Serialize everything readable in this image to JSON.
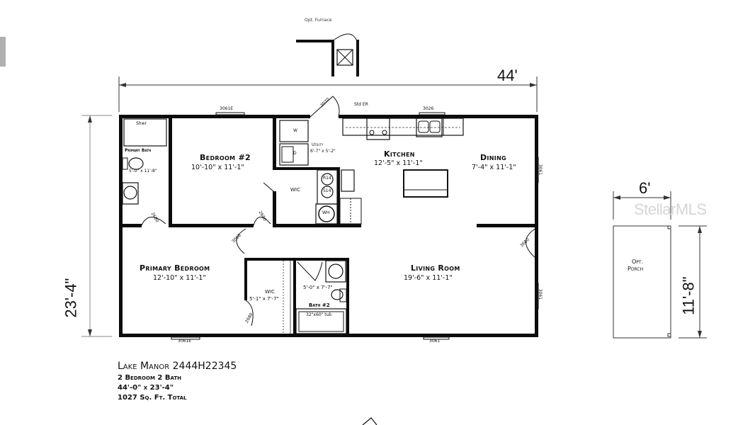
{
  "plan": {
    "name": "Lake Manor 2444H22345",
    "bedrooms_baths": "2 Bedroom 2 Bath",
    "size": "44'-0\" x 23'-4\"",
    "area": "1027 Sq. Ft. Total"
  },
  "dimensions": {
    "overall_width": "44'",
    "overall_depth": "23'-4\"",
    "porch_width": "6'",
    "porch_depth": "11'-8\""
  },
  "rooms": {
    "primary_bath": {
      "name": "Primary Bath",
      "dim": "5'-0\" x 11'-8\"",
      "shower": "Shwr"
    },
    "bedroom2": {
      "name": "Bedroom #2",
      "dim": "10'-10\" x 11'-1\""
    },
    "utility": {
      "name": "Utility",
      "dim": "6'-7\" x 5'-2\""
    },
    "kitchen": {
      "name": "Kitchen",
      "dim": "12'-5\" x 11'-1\""
    },
    "dining": {
      "name": "Dining",
      "dim": "7'-4\" x 11'-1\""
    },
    "primary_bedroom": {
      "name": "Primary Bedroom",
      "dim": "12'-10\" x 11'-1\""
    },
    "wic_primary": {
      "name": "WIC",
      "dim": "5'-1\" x 7'-7\""
    },
    "wic_small": {
      "name": "WIC"
    },
    "bath2": {
      "name": "Bath #2",
      "dim": "5'-0\" x 7'-7\"",
      "tub": "32\"x60\" tub"
    },
    "living_room": {
      "name": "Living Room",
      "dim": "19'-6\" x 11'-1\""
    },
    "porch": {
      "name_line1": "Opt.",
      "name_line2": "Porch"
    }
  },
  "fixtures": {
    "furnace": "Opt. Furnace",
    "std_er": "Std ER",
    "window_top_left": "3061E",
    "window_kitchen": "3026",
    "window_dining": "3061",
    "window_bottom_left": "3061E",
    "window_bottom_right": "3061",
    "window_living_side": "3061",
    "door_utility": "3070",
    "door_front": "3680",
    "washer": "W",
    "dryer": "D",
    "water_heater": "WH",
    "r14": "R14",
    "s14": "S14",
    "door_bath": "2680",
    "door_bed2": "2680",
    "door_hall": "3068",
    "door_primary_wic": "2680"
  },
  "watermark": "StellarMLS"
}
